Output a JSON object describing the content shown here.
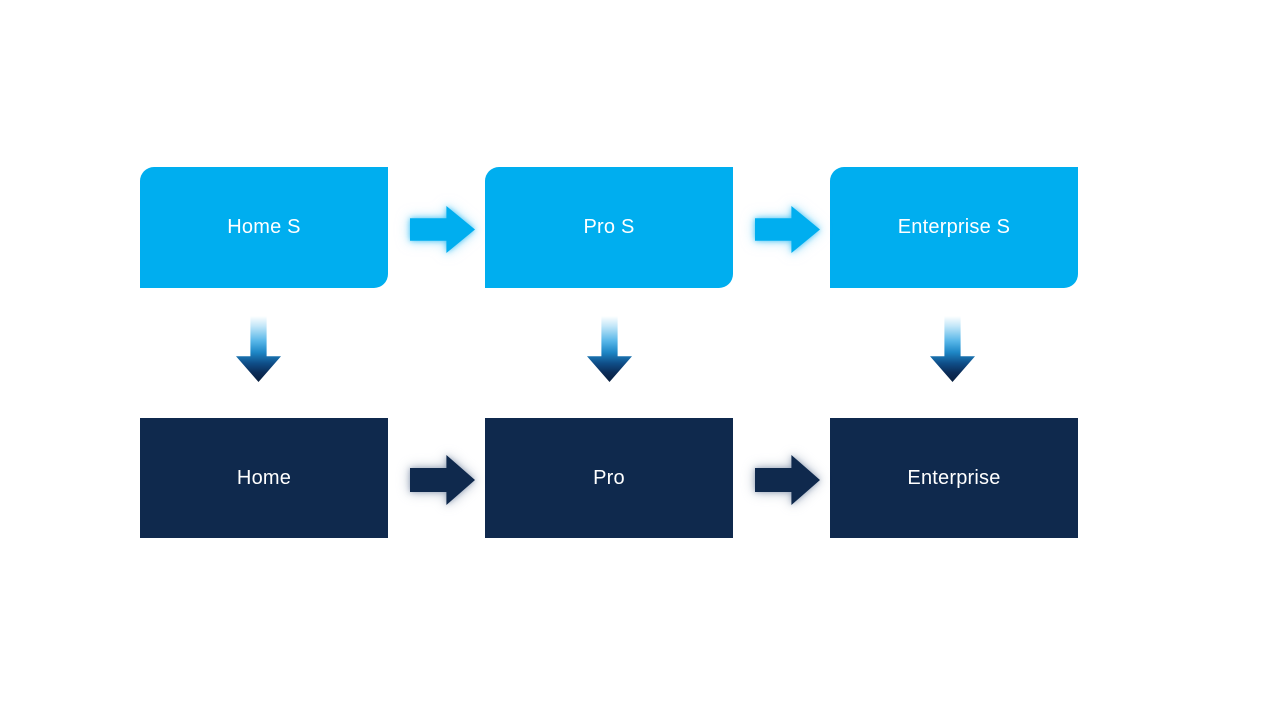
{
  "page": {
    "background": "#FFFFFF"
  },
  "colors": {
    "light_blue": "#00AEEF",
    "dark_navy": "#0F294D",
    "label_text": "#FFFFFF"
  },
  "icons": {
    "right_arrow": "right-arrow block shape",
    "down_arrow": "down-arrow gradient block shape"
  },
  "diagram": {
    "top_row": [
      {
        "label": "Home S"
      },
      {
        "label": "Pro S"
      },
      {
        "label": "Enterprise S"
      }
    ],
    "bottom_row": [
      {
        "label": "Home"
      },
      {
        "label": "Pro"
      },
      {
        "label": "Enterprise"
      }
    ]
  }
}
